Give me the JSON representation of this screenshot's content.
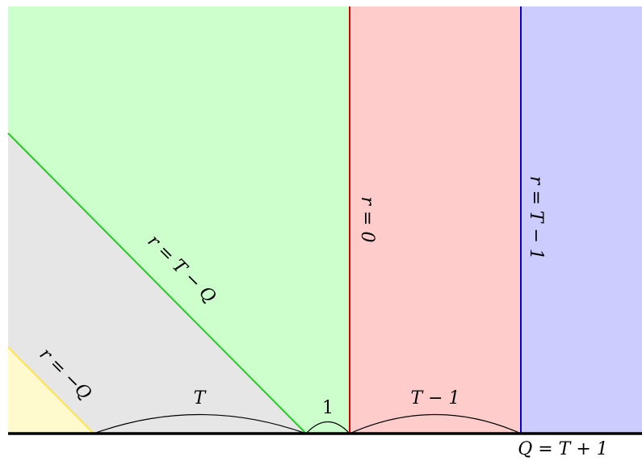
{
  "regions": {
    "yellow": {
      "color": "#fffacd"
    },
    "gray": {
      "color": "#e6e6e6"
    },
    "green": {
      "color": "#ccffcc"
    },
    "pink": {
      "color": "#ffcccc"
    },
    "blue": {
      "color": "#ccccff"
    }
  },
  "lines": {
    "r_neg_q": {
      "label": "r = −Q",
      "color": "#ffe34d"
    },
    "r_t_minus_q": {
      "label": "r = T − Q",
      "color": "#22cc22"
    },
    "r_zero": {
      "label": "r = 0",
      "color": "#dd0000"
    },
    "r_t_minus_1": {
      "label": "r = T − 1",
      "color": "#0000dd"
    }
  },
  "braces": {
    "t_width": {
      "label": "T"
    },
    "unit_width": {
      "label": "1"
    },
    "t_minus_1_width": {
      "label": "T − 1"
    }
  },
  "axis": {
    "endpoint_label": "Q = T + 1",
    "color": "#000000"
  }
}
